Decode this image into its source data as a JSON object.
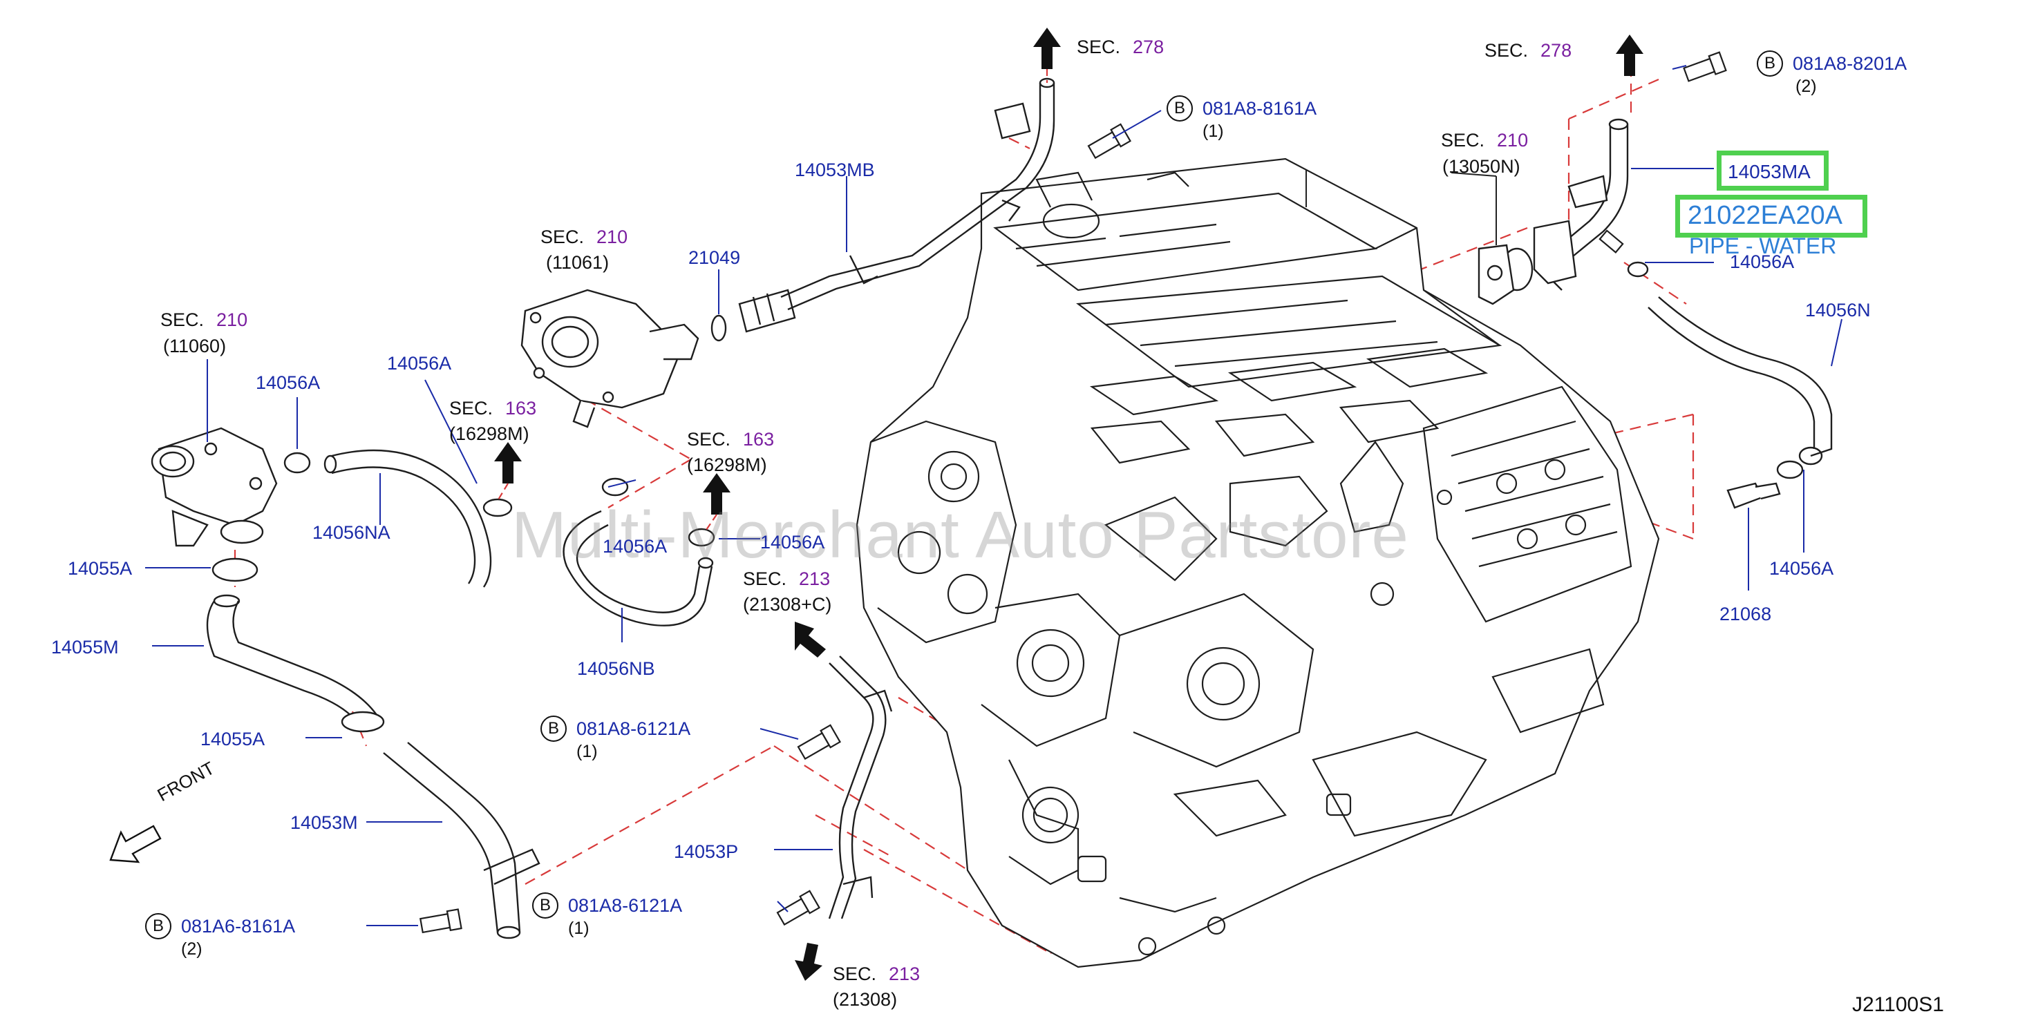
{
  "diagram": {
    "watermark": "Multi-Merchant Auto Partstore",
    "direction_label": "FRONT",
    "drawing_code": "J21100S1",
    "highlight": {
      "part_number": "14053MA",
      "oem_number": "21022EA20A",
      "description": "PIPE - WATER"
    },
    "section_refs": [
      {
        "sec": "SEC.",
        "num": "278"
      },
      {
        "sec": "SEC.",
        "num": "278",
        "sub": ""
      },
      {
        "sec": "SEC.",
        "num": "210",
        "sub": "(11061)"
      },
      {
        "sec": "SEC.",
        "num": "210",
        "sub": "(11060)"
      },
      {
        "sec": "SEC.",
        "num": "210",
        "sub": "(13050N)"
      },
      {
        "sec": "SEC.",
        "num": "163",
        "sub": "(16298M)"
      },
      {
        "sec": "SEC.",
        "num": "163",
        "sub": "(16298M)"
      },
      {
        "sec": "SEC.",
        "num": "213",
        "sub": "(21308+C)"
      },
      {
        "sec": "SEC.",
        "num": "213",
        "sub": "(21308)"
      }
    ],
    "bolts": [
      {
        "letter": "B",
        "part": "081A8-8201A",
        "qty": "(2)"
      },
      {
        "letter": "B",
        "part": "081A8-8161A",
        "qty": "(1)"
      },
      {
        "letter": "B",
        "part": "081A8-6121A",
        "qty": "(1)"
      },
      {
        "letter": "B",
        "part": "081A8-6121A",
        "qty": "(1)"
      },
      {
        "letter": "B",
        "part": "081A6-8161A",
        "qty": "(2)"
      }
    ],
    "parts": [
      "14053MB",
      "21049",
      "14056A",
      "14056A",
      "14056NA",
      "14055A",
      "14055M",
      "14055A",
      "14053M",
      "14056A",
      "14056A",
      "14056NB",
      "14053P",
      "14056A",
      "14056N",
      "21068",
      "14056A"
    ]
  }
}
